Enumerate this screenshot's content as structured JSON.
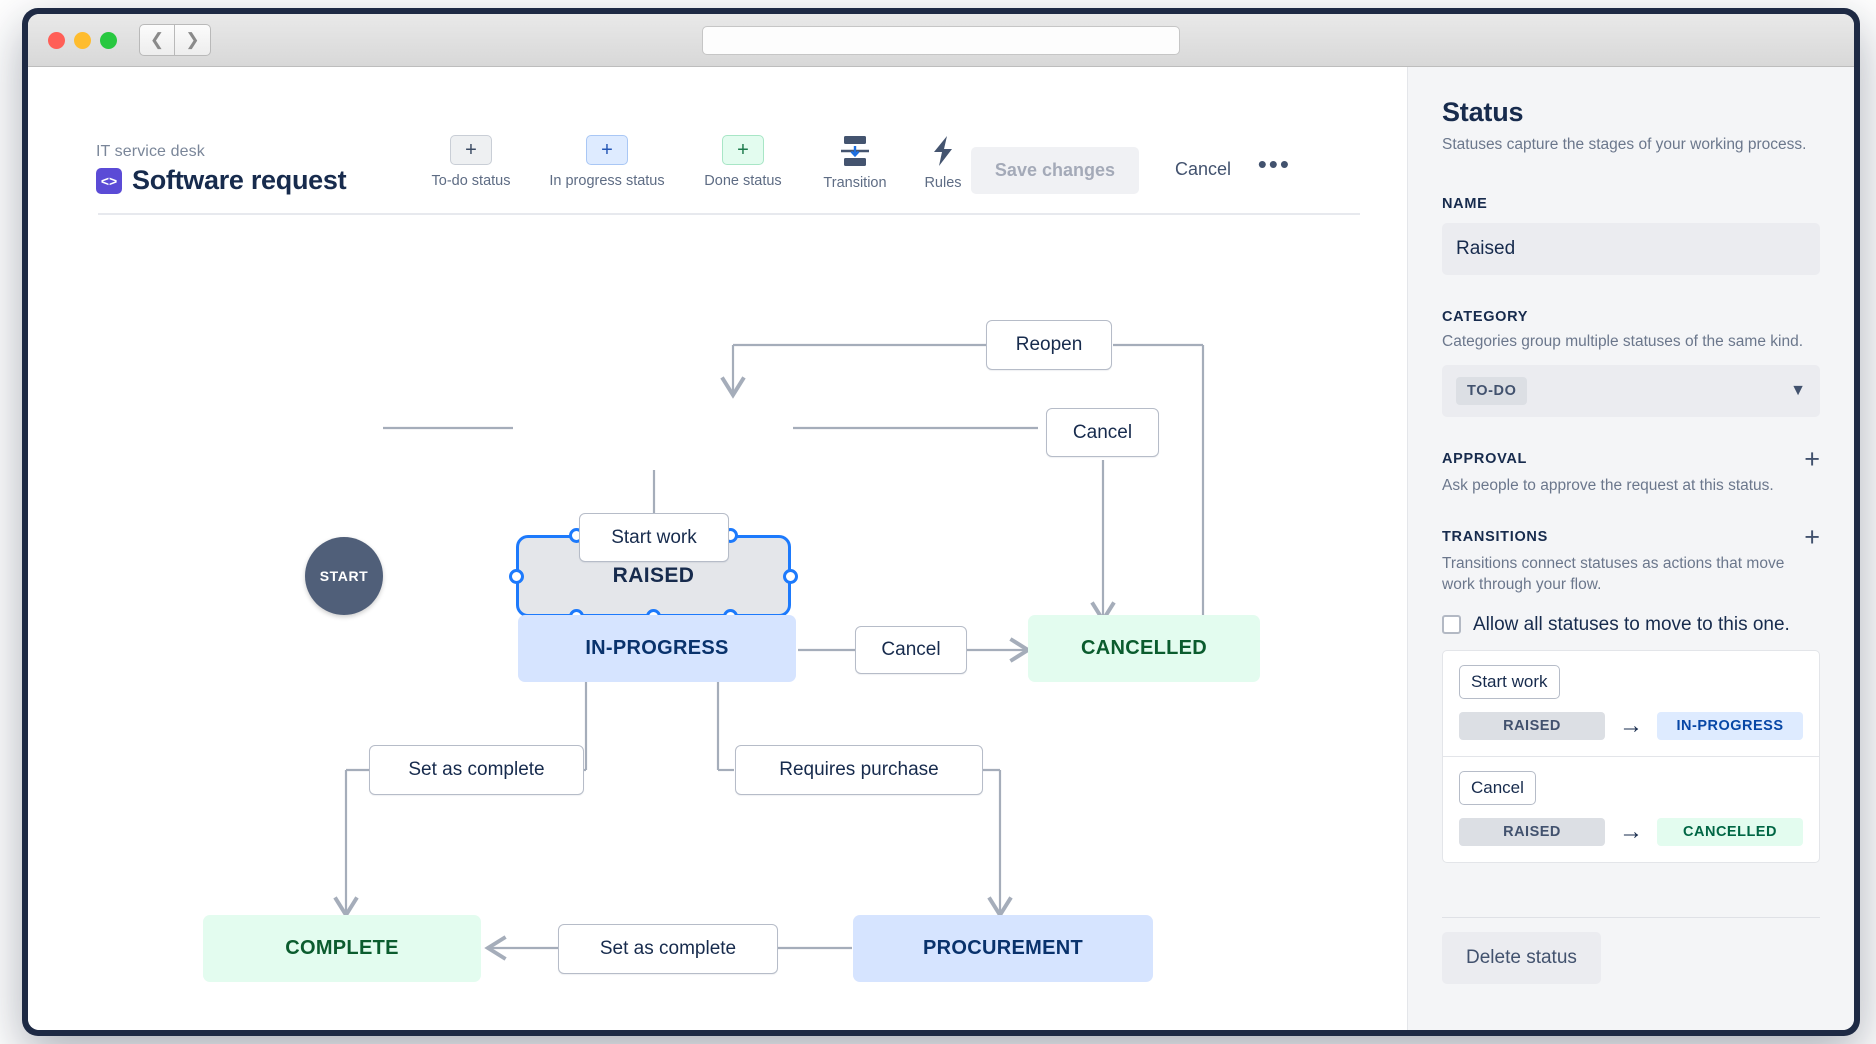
{
  "window": {
    "nav_back_icon": "chevron-left-icon",
    "nav_forward_icon": "chevron-right-icon",
    "url_value": ""
  },
  "header": {
    "breadcrumb": "IT service desk",
    "project_icon_glyph": "<>",
    "title": "Software request",
    "save_label": "Save changes",
    "cancel_label": "Cancel",
    "more_label": "•••"
  },
  "toolbar": {
    "items": [
      {
        "label": "To-do status",
        "glyph": "+",
        "kind": "todo"
      },
      {
        "label": "In progress status",
        "glyph": "+",
        "kind": "prog"
      },
      {
        "label": "Done status",
        "glyph": "+",
        "kind": "done"
      },
      {
        "label": "Transition",
        "glyph": "transition-icon",
        "kind": "icon"
      },
      {
        "label": "Rules",
        "glyph": "lightning-icon",
        "kind": "icon"
      }
    ]
  },
  "diagram": {
    "start_label": "START",
    "nodes": [
      {
        "id": "raised",
        "label": "RAISED",
        "category": "to-do",
        "selected": true
      },
      {
        "id": "in-progress",
        "label": "IN-PROGRESS",
        "category": "in-progress",
        "selected": false
      },
      {
        "id": "cancelled",
        "label": "CANCELLED",
        "category": "done",
        "selected": false
      },
      {
        "id": "complete",
        "label": "COMPLETE",
        "category": "done",
        "selected": false
      },
      {
        "id": "procurement",
        "label": "PROCUREMENT",
        "category": "in-progress",
        "selected": false
      }
    ],
    "transitions": [
      {
        "label": "Reopen",
        "from": "cancelled",
        "to": "raised"
      },
      {
        "label": "Cancel",
        "from": "raised",
        "to": "cancelled"
      },
      {
        "label": "Start work",
        "from": "raised",
        "to": "in-progress"
      },
      {
        "label": "Cancel",
        "from": "in-progress",
        "to": "cancelled"
      },
      {
        "label": "Set as complete",
        "from": "in-progress",
        "to": "complete"
      },
      {
        "label": "Requires purchase",
        "from": "in-progress",
        "to": "procurement"
      },
      {
        "label": "Set as complete",
        "from": "procurement",
        "to": "complete"
      }
    ]
  },
  "panel": {
    "title": "Status",
    "subtitle": "Statuses capture the stages of your working process.",
    "name_label": "NAME",
    "name_value": "Raised",
    "category_label": "CATEGORY",
    "category_hint": "Categories group multiple statuses of the same kind.",
    "category_value": "TO-DO",
    "category_chevron": "chevron-down-icon",
    "approval_label": "APPROVAL",
    "approval_hint": "Ask people to approve the request at this status.",
    "approval_add": "+",
    "transitions_label": "TRANSITIONS",
    "transitions_hint": "Transitions connect statuses as actions that move work through your flow.",
    "transitions_add": "+",
    "allow_all_label": "Allow all statuses to move to this one.",
    "allow_all_checked": false,
    "transition_cards": [
      {
        "name": "Start work",
        "from": "RAISED",
        "from_kind": "grey",
        "arrow": "→",
        "to": "IN-PROGRESS",
        "to_kind": "blue"
      },
      {
        "name": "Cancel",
        "from": "RAISED",
        "from_kind": "grey",
        "arrow": "→",
        "to": "CANCELLED",
        "to_kind": "green"
      }
    ],
    "delete_label": "Delete status"
  },
  "colors": {
    "selection_blue": "#1d7afc",
    "todo_grey": "#e4e6ea",
    "inprogress_blue": "#d6e4ff",
    "done_green": "#e3fcef",
    "brand_purple": "#5b4bd6",
    "text_dark": "#172b4d",
    "text_muted": "#6b778c"
  }
}
